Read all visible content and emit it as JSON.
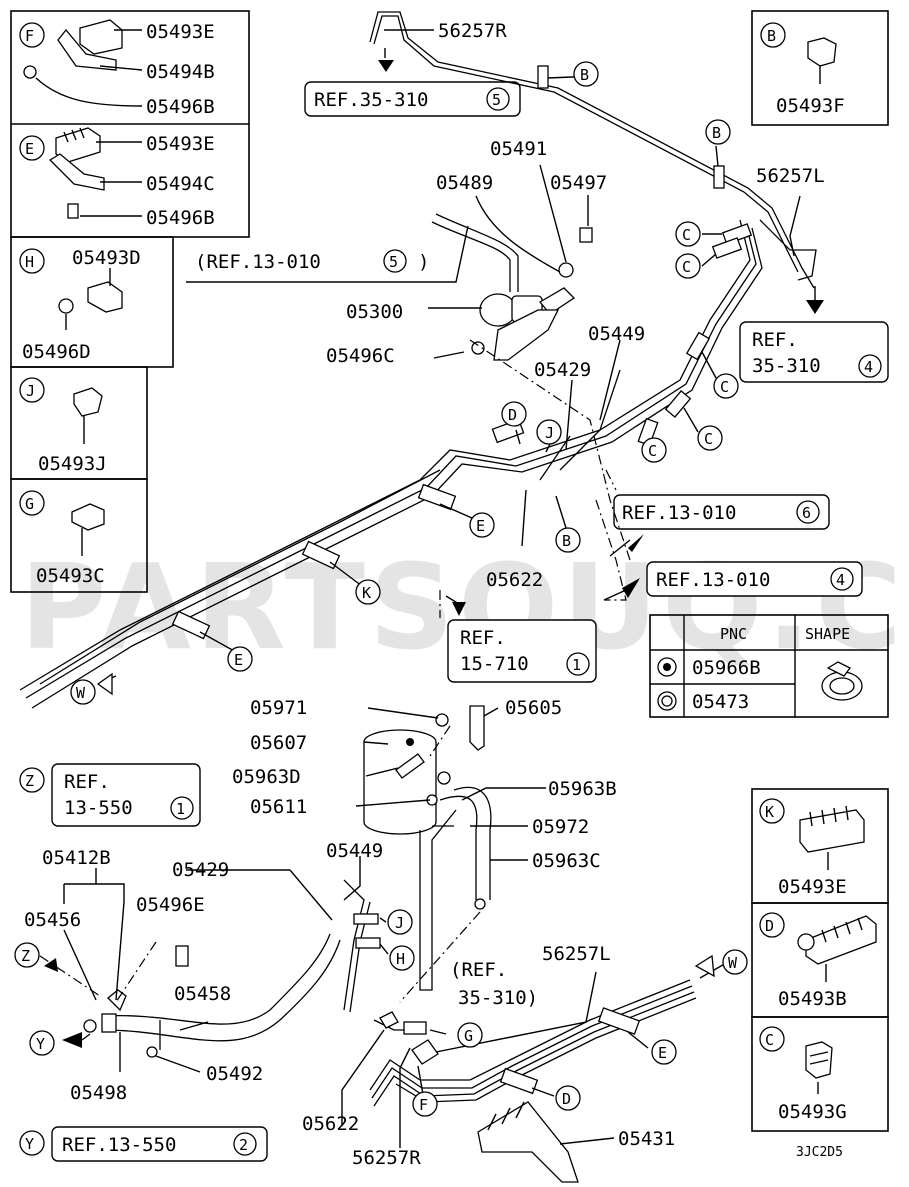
{
  "watermark": "PARTSOUQ.COM",
  "diagram_code": "3JC2D5",
  "legend_boxes": [
    {
      "letter": "F",
      "parts": [
        "05493E",
        "05494B",
        "05496B"
      ]
    },
    {
      "letter": "E",
      "parts": [
        "05493E",
        "05494C",
        "05496B"
      ]
    },
    {
      "letter": "H",
      "parts": [
        "05493D",
        "05496D"
      ]
    },
    {
      "letter": "J",
      "parts": [
        "05493J"
      ]
    },
    {
      "letter": "G",
      "parts": [
        "05493C"
      ]
    },
    {
      "letter": "B",
      "parts": [
        "05493F"
      ]
    },
    {
      "letter": "K",
      "parts": [
        "05493E"
      ]
    },
    {
      "letter": "D",
      "parts": [
        "05493B"
      ]
    },
    {
      "letter": "C",
      "parts": [
        "05493G"
      ]
    }
  ],
  "references": {
    "ref_35_310_5": {
      "text": "REF.35-310",
      "num": "5"
    },
    "ref_13_010_5": {
      "text": "(REF.13-010",
      "num": "5",
      "close": ")"
    },
    "ref_35_310_4_a": "REF.",
    "ref_35_310_4_b": "35-310",
    "ref_35_310_4_num": "4",
    "ref_13_010_6": {
      "text": "REF.13-010",
      "num": "6"
    },
    "ref_13_010_4": {
      "text": "REF.13-010",
      "num": "4"
    },
    "ref_15_710_a": "REF.",
    "ref_15_710_b": "15-710",
    "ref_15_710_num": "1",
    "ref_13_550_1_a": "REF.",
    "ref_13_550_1_b": "13-550",
    "ref_13_550_1_num": "1",
    "ref_35_310_paren_a": "(REF.",
    "ref_35_310_paren_b": "35-310)",
    "ref_13_550_2": {
      "text": "REF.13-550",
      "num": "2"
    }
  },
  "shape_table": {
    "headers": [
      "PNC",
      "SHAPE"
    ],
    "rows": [
      [
        "05966B"
      ],
      [
        "05473"
      ]
    ]
  },
  "part_labels": {
    "p56257R_top": "56257R",
    "p05491": "05491",
    "p05489": "05489",
    "p05497": "05497",
    "p56257L_top": "56257L",
    "p05300": "05300",
    "p05496C": "05496C",
    "p05449_top": "05449",
    "p05429_top": "05429",
    "p05622_top": "05622",
    "p05971": "05971",
    "p05605": "05605",
    "p05607": "05607",
    "p05963D": "05963D",
    "p05611": "05611",
    "p05963B": "05963B",
    "p05972": "05972",
    "p05963C": "05963C",
    "p05412B": "05412B",
    "p05456": "05456",
    "p05496E": "05496E",
    "p05429_bot": "05429",
    "p05449_bot": "05449",
    "p05458": "05458",
    "p05492": "05492",
    "p05498": "05498",
    "p56257L_bot": "56257L",
    "p05622_bot": "05622",
    "p56257R_bot": "56257R",
    "p05431": "05431"
  },
  "callouts": {
    "B": "B",
    "C": "C",
    "D": "D",
    "E": "E",
    "F": "F",
    "G": "G",
    "H": "H",
    "J": "J",
    "K": "K",
    "W": "W",
    "Y": "Y",
    "Z": "Z"
  }
}
